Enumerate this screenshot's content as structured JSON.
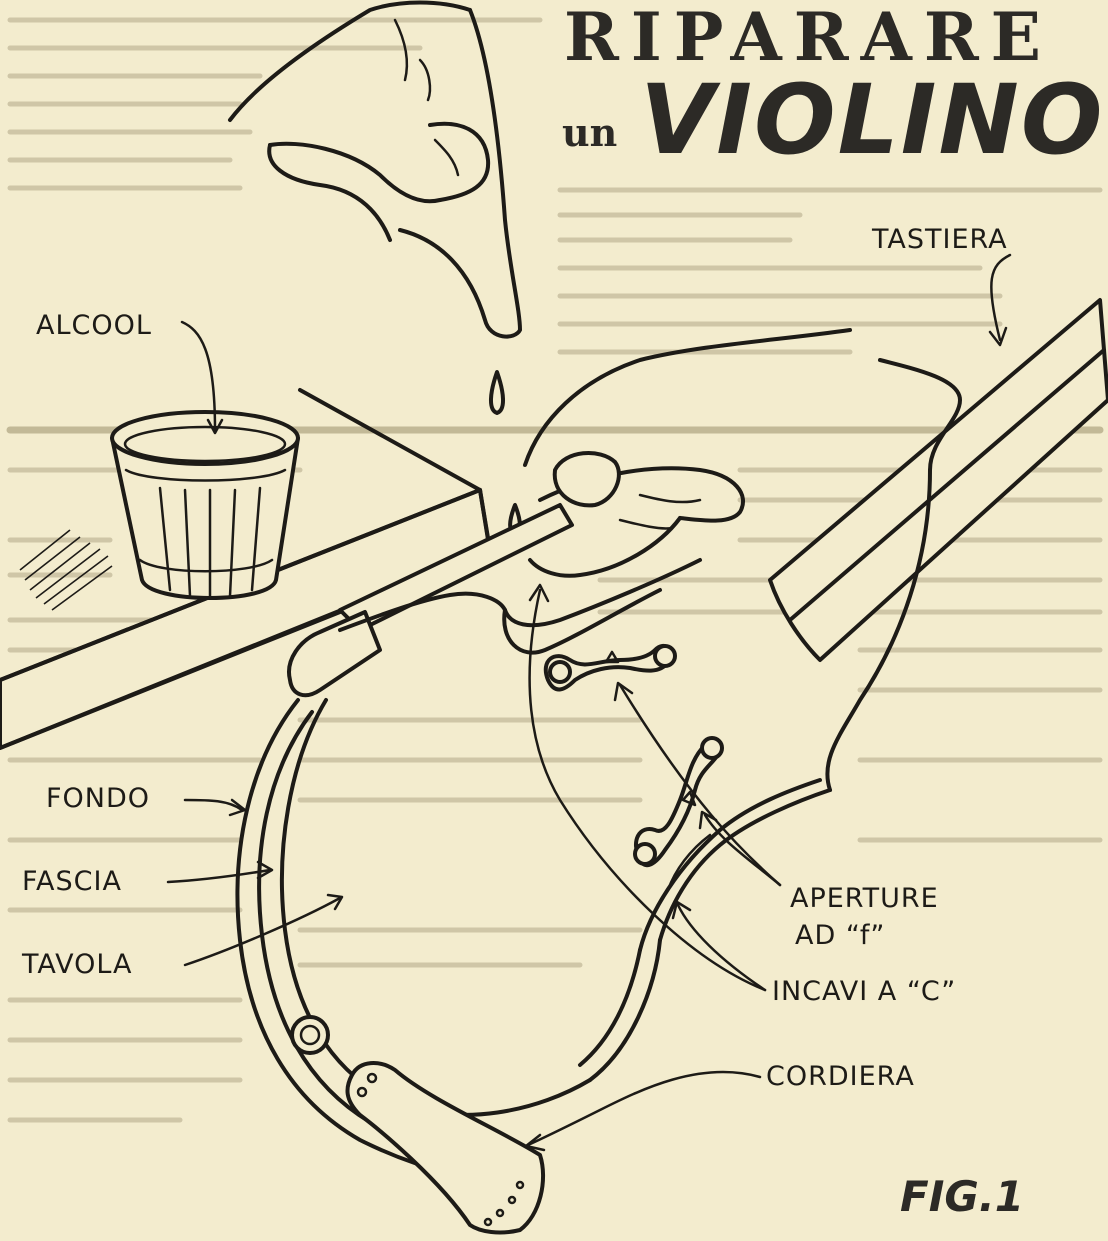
{
  "title": {
    "top": "RIPARARE",
    "prefix": "un",
    "main": "VIOLINO"
  },
  "labels": {
    "tastiera": "TASTIERA",
    "alcool": "ALCOOL",
    "fondo": "FONDO",
    "fascia": "FASCIA",
    "tavola": "TAVOLA",
    "aperture_line1": "APERTURE",
    "aperture_line2": "AD “f”",
    "incavi": "INCAVI A “C”",
    "cordiera": "CORDIERA"
  },
  "figure_label": "FIG.1",
  "colors": {
    "paper": "#f3ecce",
    "ink": "#1d1b17",
    "faded_text": "#cfc6a7"
  }
}
